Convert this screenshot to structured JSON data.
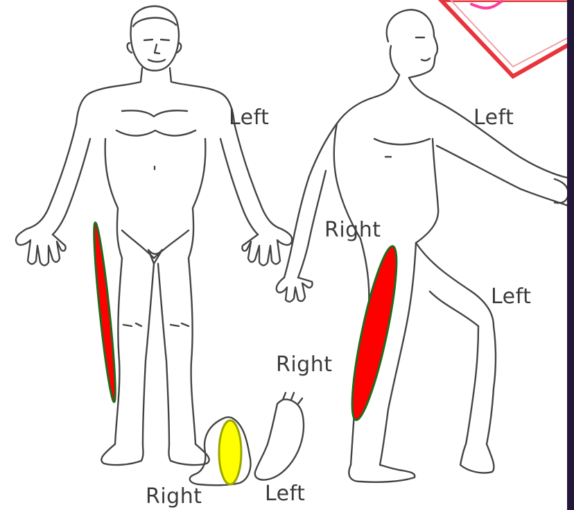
{
  "labels": {
    "front_left": "Left",
    "side_left_arm": "Left",
    "side_right_upper": "Right",
    "side_left_leg": "Left",
    "side_right_lower": "Right",
    "feet_right": "Right",
    "feet_left": "Left"
  },
  "colors": {
    "outline": "#444444",
    "red_marker": "#ff0000",
    "red_marker_edge": "#1f6a1f",
    "yellow_marker": "#ffff00",
    "yellow_marker_edge": "#9aa600",
    "stamp": "#e8343c",
    "right_band": "#23183a"
  },
  "icons": {
    "front_figure": "human-body-front-icon",
    "side_figure": "human-body-side-icon",
    "feet_figure": "feet-icon",
    "stamp": "stamp-icon"
  }
}
